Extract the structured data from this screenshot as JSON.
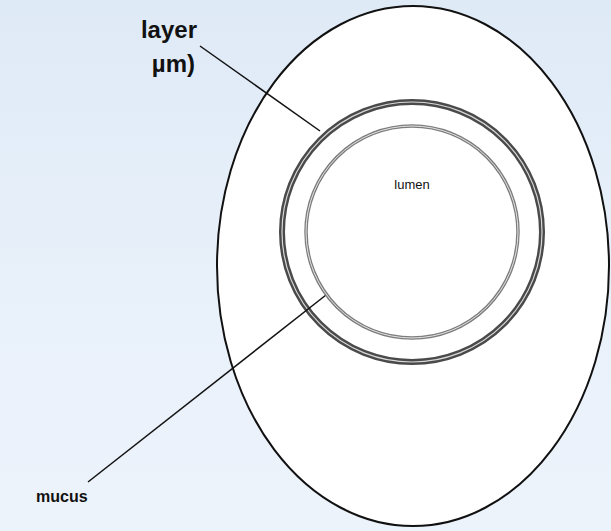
{
  "diagram": {
    "nodes": [
      {
        "text": [
          "lumen"
        ]
      }
    ],
    "labels": [
      "layer",
      "µm)",
      "mucus"
    ]
  }
}
